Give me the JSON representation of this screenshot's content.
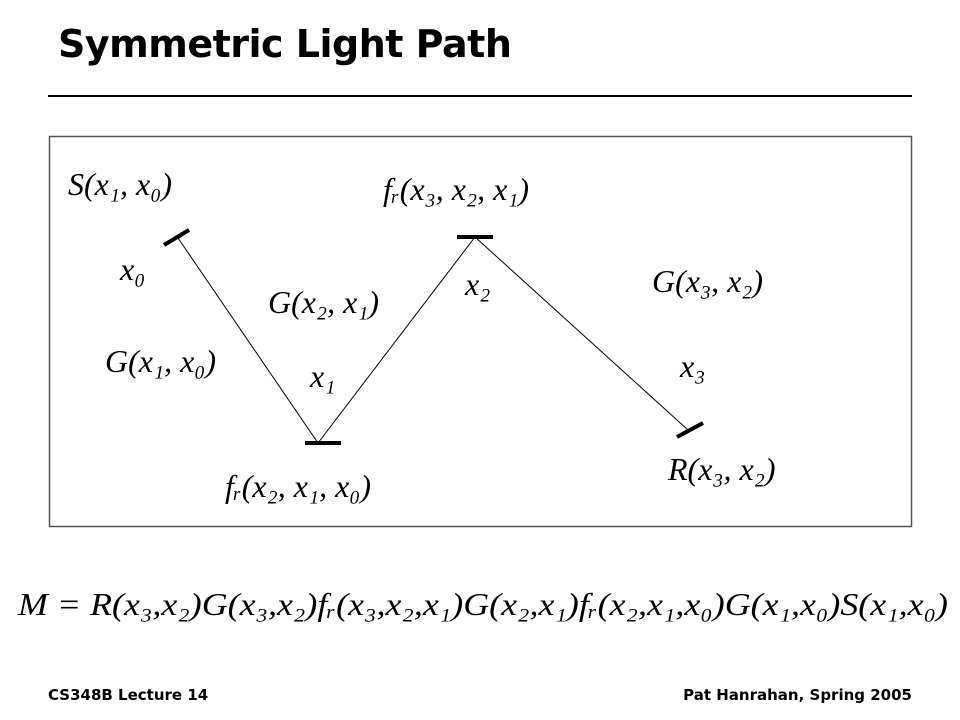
{
  "slide": {
    "title": "Symmetric Light Path",
    "footer_left": "CS348B Lecture 14",
    "footer_right": "Pat Hanrahan, Spring 2005"
  },
  "diagram": {
    "labels": {
      "source": "S(x₁, x₀)",
      "x0": "x₀",
      "g10": "G(x₁, x₀)",
      "x1": "x₁",
      "g21": "G(x₂, x₁)",
      "fr210": "fᵣ(x₂, x₁, x₀)",
      "fr321": "fᵣ(x₃, x₂, x₁)",
      "x2": "x₂",
      "g32": "G(x₃, x₂)",
      "x3": "x₃",
      "receiver": "R(x₃, x₂)"
    },
    "equation": "M = R(x₃,x₂)G(x₃,x₂)fᵣ(x₃,x₂,x₁)G(x₂,x₁)fᵣ(x₂,x₁,x₀)G(x₁,x₀)S(x₁,x₀)"
  }
}
